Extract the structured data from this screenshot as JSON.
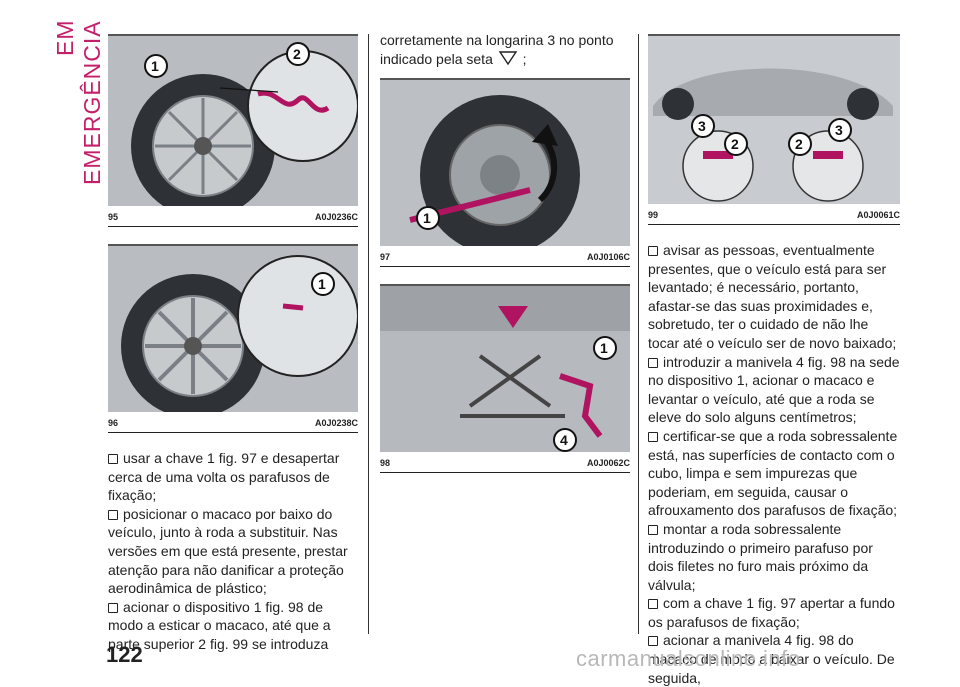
{
  "section_title": "EM EMERGÊNCIA",
  "page_number": "122",
  "watermark": "carmanualsonline.info",
  "figures": [
    {
      "number": "95",
      "code": "A0J0236C",
      "callouts": [
        "1",
        "2"
      ]
    },
    {
      "number": "96",
      "code": "A0J0238C",
      "callouts": [
        "1"
      ]
    },
    {
      "number": "97",
      "code": "A0J0106C",
      "callouts": [
        "1"
      ]
    },
    {
      "number": "98",
      "code": "A0J0062C",
      "callouts": [
        "1",
        "4"
      ]
    },
    {
      "number": "99",
      "code": "A0J0061C",
      "callouts": [
        "3",
        "2",
        "2",
        "3"
      ]
    }
  ],
  "col1_bullets": [
    "usar a chave 1 fig. 97 e desapertar cerca de uma volta os parafusos de fixação;",
    "posicionar o macaco por baixo do veículo, junto à roda a substituir. Nas versões em que está presente, prestar atenção para não danificar a proteção aerodinâmica de plástico;",
    "acionar o dispositivo 1 fig. 98 de modo a esticar o macaco, até que a parte superior 2 fig. 99 se introduza"
  ],
  "col2_text_a": "corretamente na longarina 3 no ponto indicado pela seta",
  "col2_text_b": " ;",
  "col3_bullets": [
    "avisar as pessoas, eventualmente presentes, que o veículo está para ser levantado; é necessário, portanto, afastar-se das suas proximidades e, sobretudo, ter o cuidado de não lhe tocar até o veículo ser de novo baixado;",
    "introduzir a manivela 4 fig. 98 na sede no dispositivo 1, acionar o macaco e levantar o veículo, até que a roda se eleve do solo alguns centímetros;",
    "certificar-se que a roda sobressalente está, nas superfícies de contacto com o cubo, limpa e sem impurezas que poderiam, em seguida, causar o afrouxamento dos parafusos de fixação;",
    "montar a roda sobressalente introduzindo o primeiro parafuso por dois filetes no furo mais próximo da válvula;",
    "com a chave 1 fig. 97 apertar a fundo os parafusos de fixação;",
    "acionar a manivela 4 fig. 98 do macaco de modo a baixar o veículo. De seguida,"
  ],
  "colors": {
    "accent": "#c4206a",
    "tool": "#b0135f"
  }
}
